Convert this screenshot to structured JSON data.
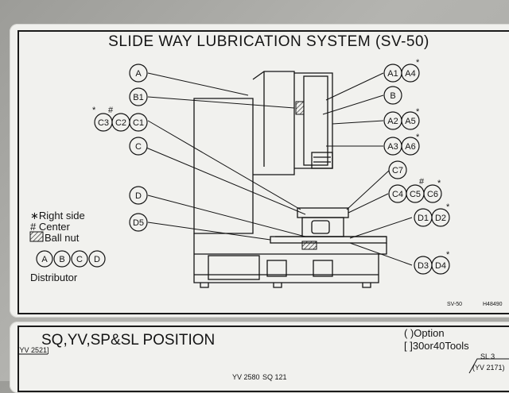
{
  "title": "SLIDE WAY LUBRICATION SYSTEM (SV-50)",
  "legend": {
    "star": "∗Right side",
    "hash": "# Center",
    "ball_nut": "Ball nut",
    "distributor_letters": [
      "A",
      "B",
      "C",
      "D"
    ],
    "distributor_label": "Distributor"
  },
  "nodes": {
    "A": "A",
    "B1": "B1",
    "C3": "C3",
    "C2": "C2",
    "C1": "C1",
    "C": "C",
    "D": "D",
    "D5": "D5",
    "A1": "A1",
    "A4": "A4",
    "B": "B",
    "A2": "A2",
    "A5": "A5",
    "A3": "A3",
    "A6": "A6",
    "C7": "C7",
    "C4": "C4",
    "C5": "C5",
    "C6": "C6",
    "D1": "D1",
    "D2": "D2",
    "D3": "D3",
    "D4": "D4"
  },
  "marks": {
    "star": "*",
    "hash": "#"
  },
  "plate_codes": {
    "left": "SV-50",
    "right": "H48490"
  },
  "position_plate": {
    "title": "SQ,YV,SP&SL POSITION",
    "option": "( )Option",
    "tools": "[ ]30or40Tools",
    "yv2521": "[YV 2521]",
    "yv2580": "YV 2580",
    "sq121": "SQ 121",
    "sl3": "SL 3",
    "yv2171": "(YV 2171)"
  },
  "colors": {
    "ink": "#141414",
    "plate": "#f1f1ee",
    "ballnut_hatch": "#141414"
  }
}
